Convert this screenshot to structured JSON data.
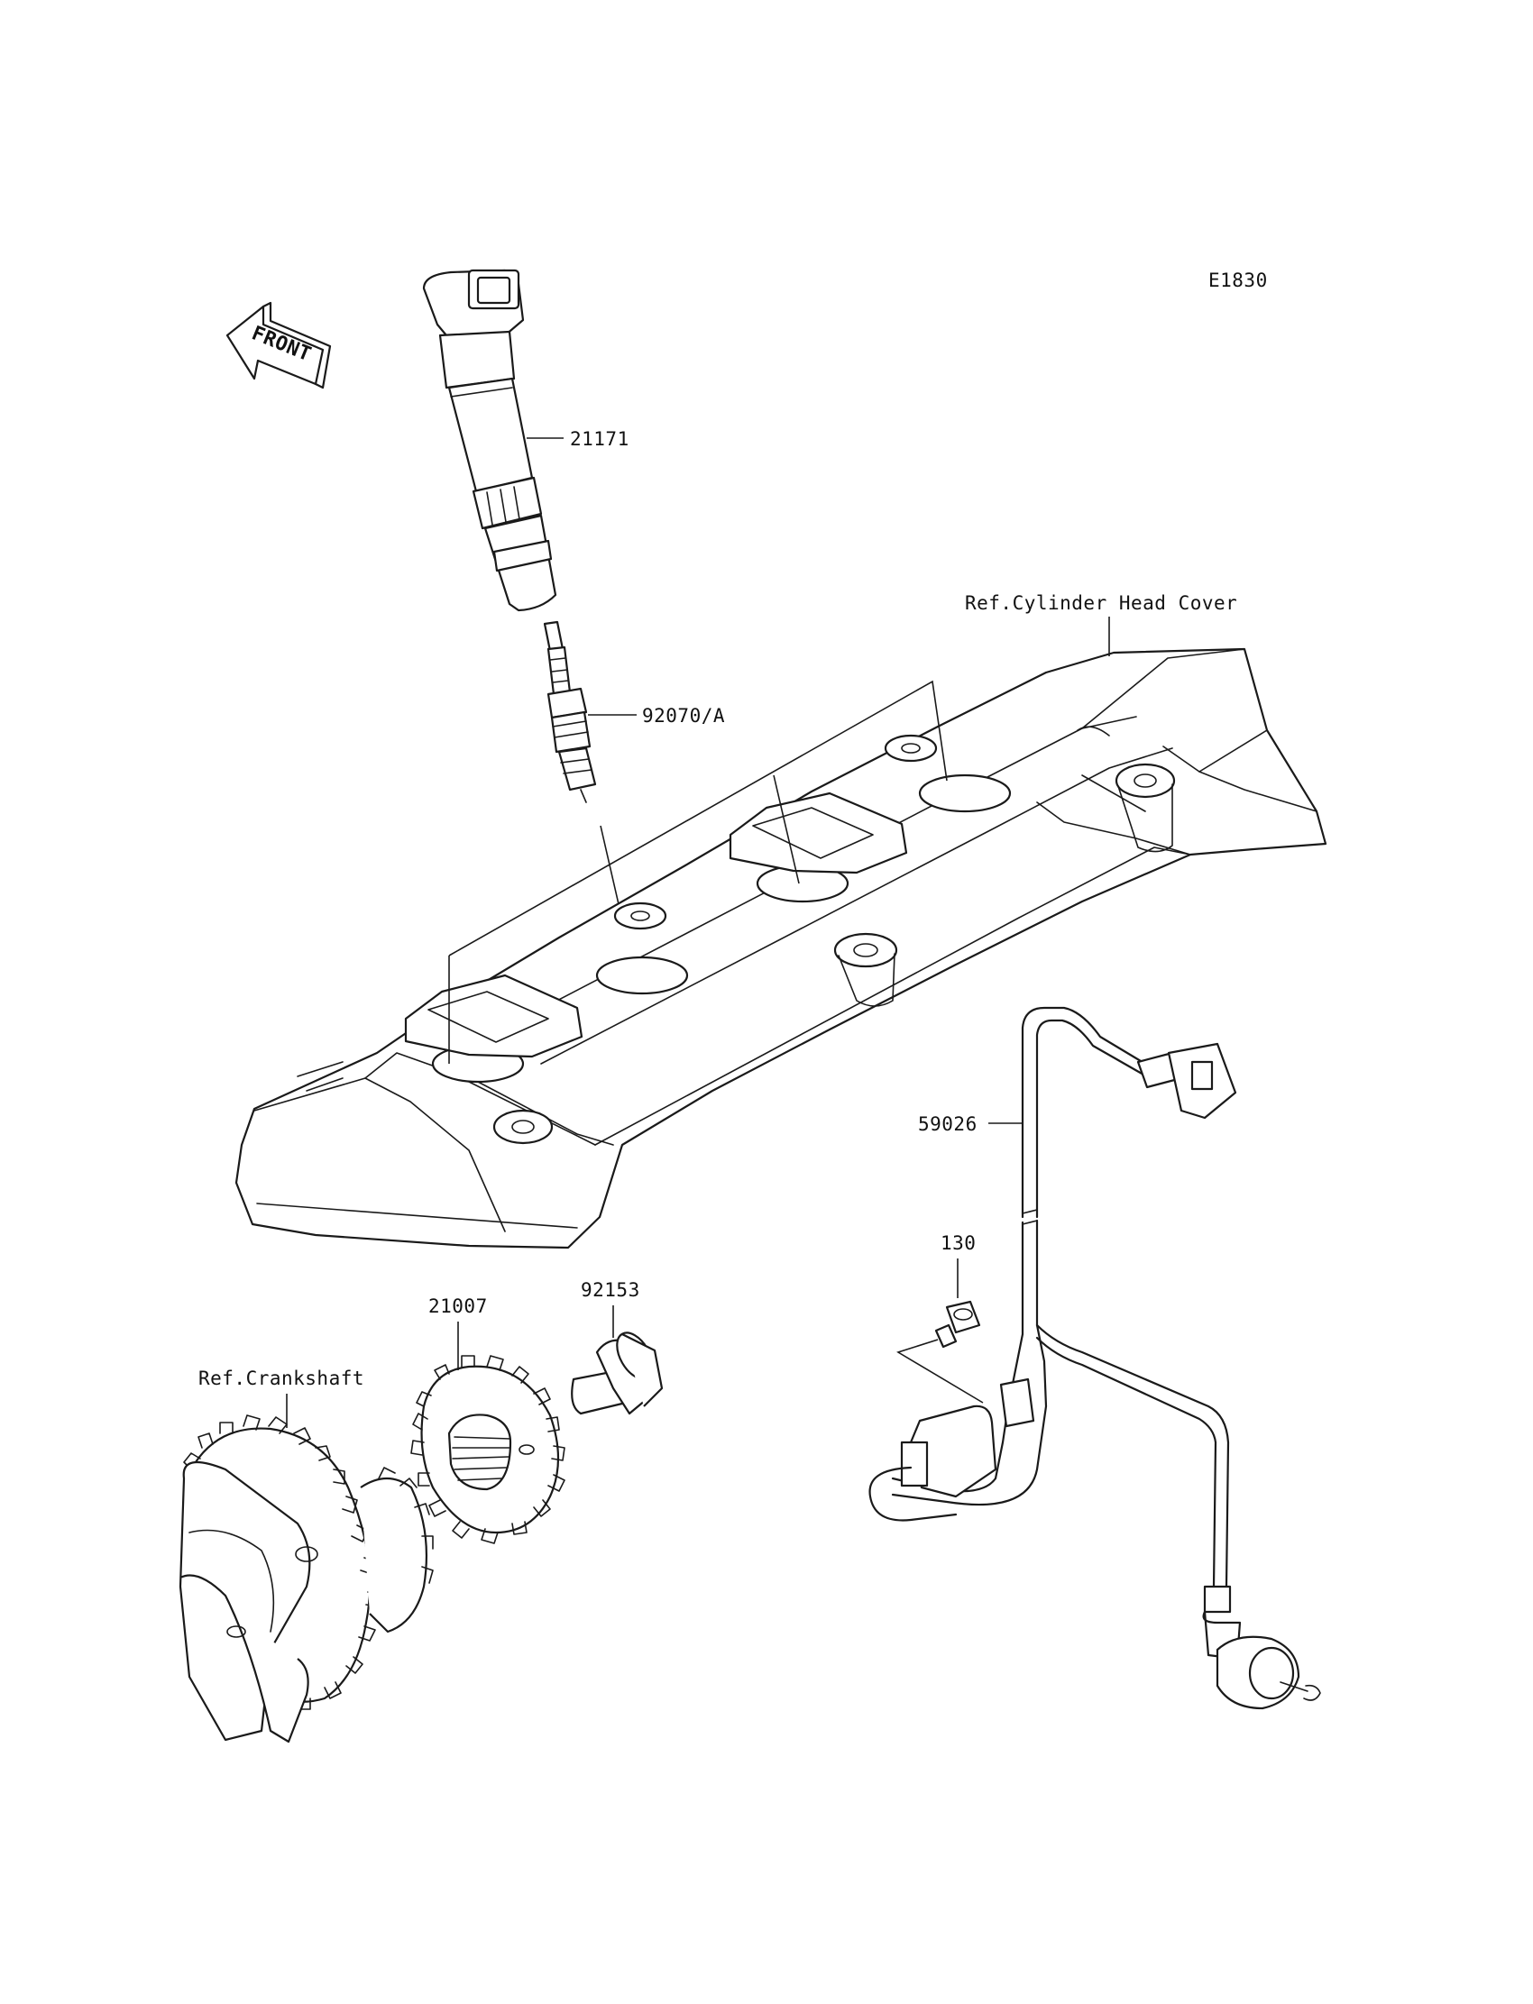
{
  "diagram_code": "E1830",
  "front_label": "FRONT",
  "parts": {
    "ignition_coil": "21171",
    "spark_plug": "92070/A",
    "cylinder_head_cover_ref": "Ref.Cylinder Head Cover",
    "wiring_harness": "59026",
    "bolt_small": "130",
    "bolt_flange": "92153",
    "pickup_rotor": "21007",
    "crankshaft_ref": "Ref.Crankshaft"
  }
}
